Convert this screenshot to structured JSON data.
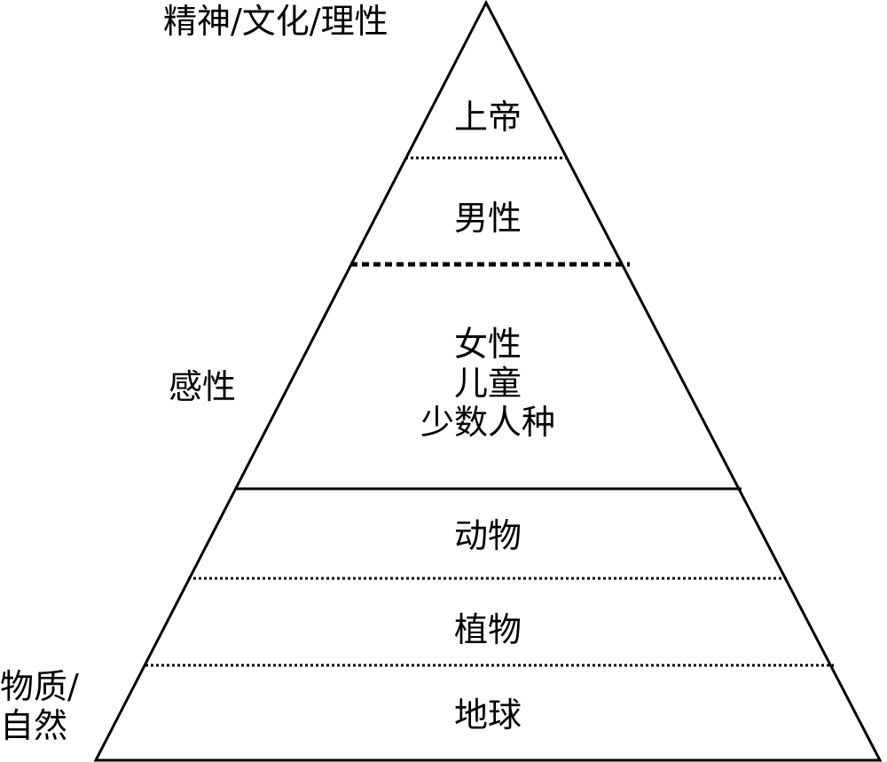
{
  "side_labels": {
    "top": "精神/文化/理性",
    "middle": "感性",
    "bottom_line1": "物质/",
    "bottom_line2": "自然"
  },
  "tiers": {
    "god": "上帝",
    "men": "男性",
    "women_group": [
      "女性",
      "儿童",
      "少数人种"
    ],
    "animals": "动物",
    "plants": "植物",
    "earth": "地球"
  },
  "colors": {
    "stroke": "#000000",
    "background": "#ffffff"
  }
}
